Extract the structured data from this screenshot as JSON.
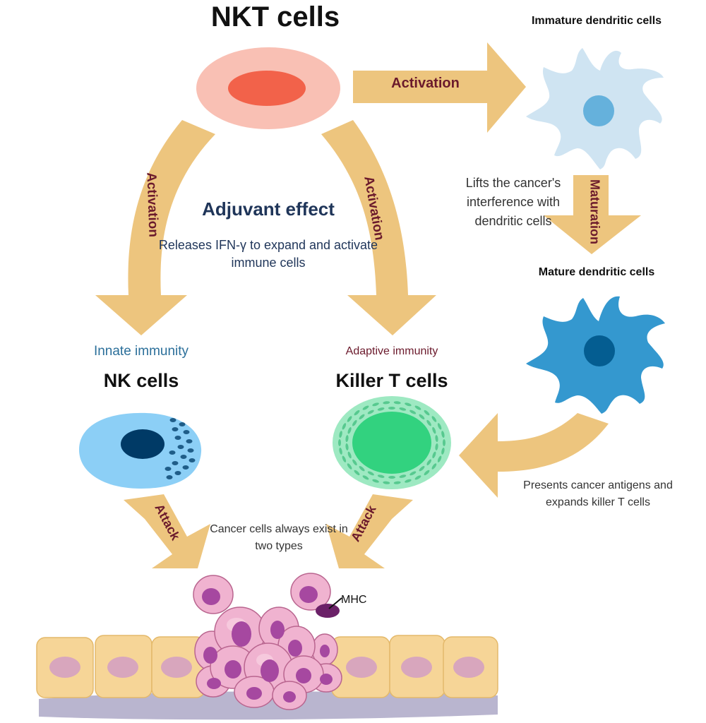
{
  "title": "NKT cells",
  "dendritic": {
    "immature": "Immature dendritic cells",
    "mature": "Mature dendritic cells"
  },
  "arrows": {
    "activation_top": "Activation",
    "activation_left": "Activation",
    "activation_right": "Activation",
    "maturation": "Maturation",
    "attack_left": "Attack",
    "attack_right": "Attack"
  },
  "adjuvant": {
    "title": "Adjuvant effect",
    "body": "Releases IFN-γ to expand and activate immune cells"
  },
  "lifts_text": "Lifts the cancer's interference with dendritic cells",
  "innate": {
    "label": "Innate immunity",
    "cell": "NK cells"
  },
  "adaptive": {
    "label": "Adaptive immunity",
    "cell": "Killer T cells"
  },
  "presents_text": "Presents cancer antigens and expands killer T cells",
  "cancer_text": "Cancer cells always exist in two types",
  "mhc_label": "MHC",
  "colors": {
    "arrow": "#edc57e",
    "nkt_outer": "#f9c0b4",
    "nkt_nucleus": "#f2624a",
    "immature_dc": "#cfe4f2",
    "mature_dc": "#3498cf",
    "nk_cell": "#8ccff6",
    "killer_t": "#9ee9c2",
    "cancer_cell": "#f0b3d0",
    "tissue": "#f6d597"
  }
}
